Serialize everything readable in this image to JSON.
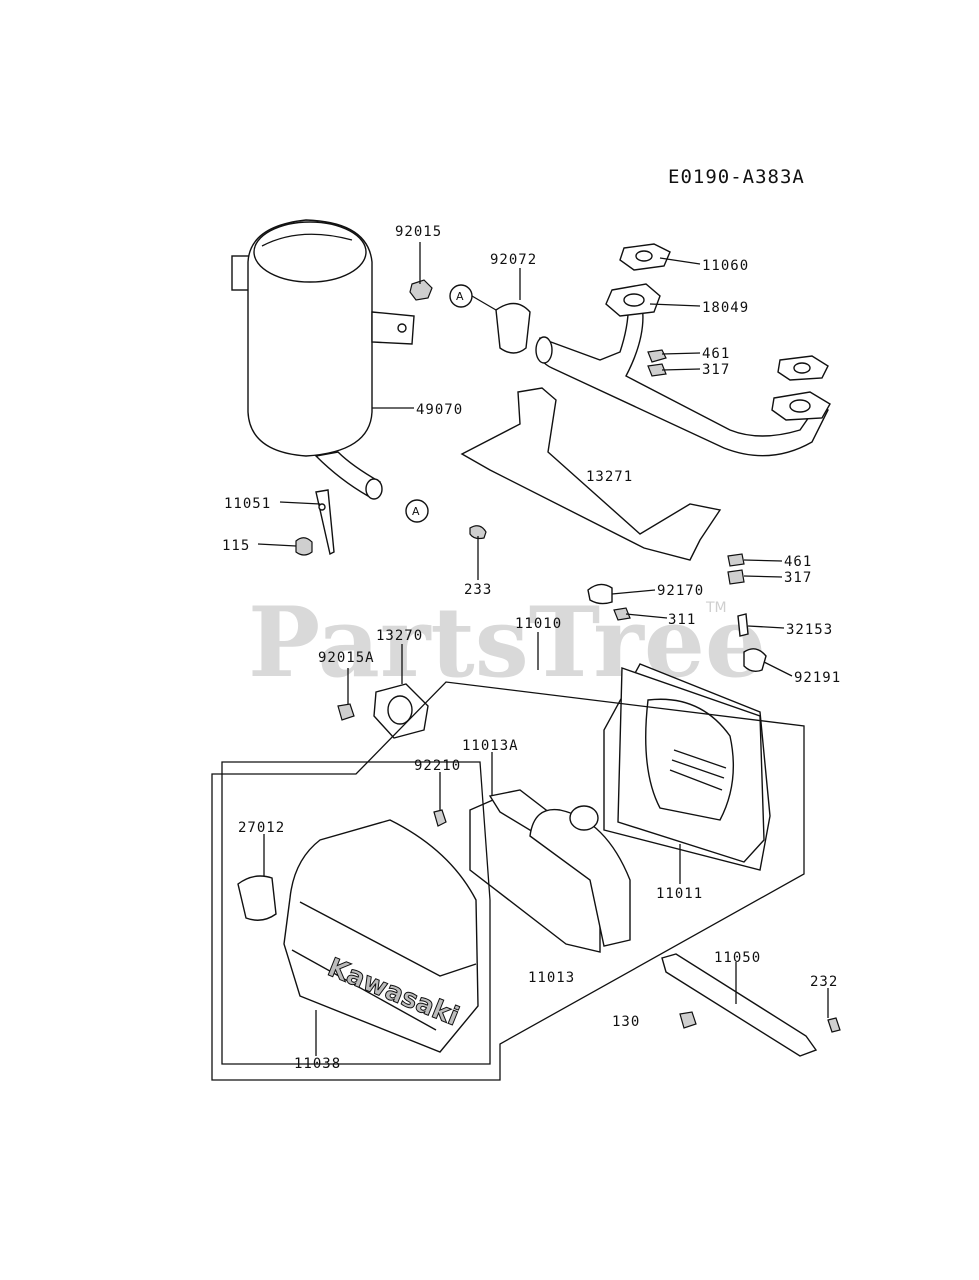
{
  "diagram_code": "E0190-A383A",
  "watermark": {
    "text": "PartsTree",
    "trademark": "TM"
  },
  "brand_text": "Kawasaki",
  "reference_marker": "A",
  "parts": {
    "p92015": "92015",
    "p92072": "92072",
    "p11060": "11060",
    "p18049": "18049",
    "p461_top": "461",
    "p317_top": "317",
    "p49070": "49070",
    "p13271": "13271",
    "p11051": "11051",
    "p115": "115",
    "p233": "233",
    "p461_low": "461",
    "p317_low": "317",
    "p92170": "92170",
    "p311": "311",
    "p32153": "32153",
    "p92191": "92191",
    "p11010": "11010",
    "p13270": "13270",
    "p92015A": "92015A",
    "p11013A": "11013A",
    "p92210": "92210",
    "p27012": "27012",
    "p11011": "11011",
    "p11050": "11050",
    "p232": "232",
    "p11013": "11013",
    "p130": "130",
    "p11038": "11038"
  }
}
